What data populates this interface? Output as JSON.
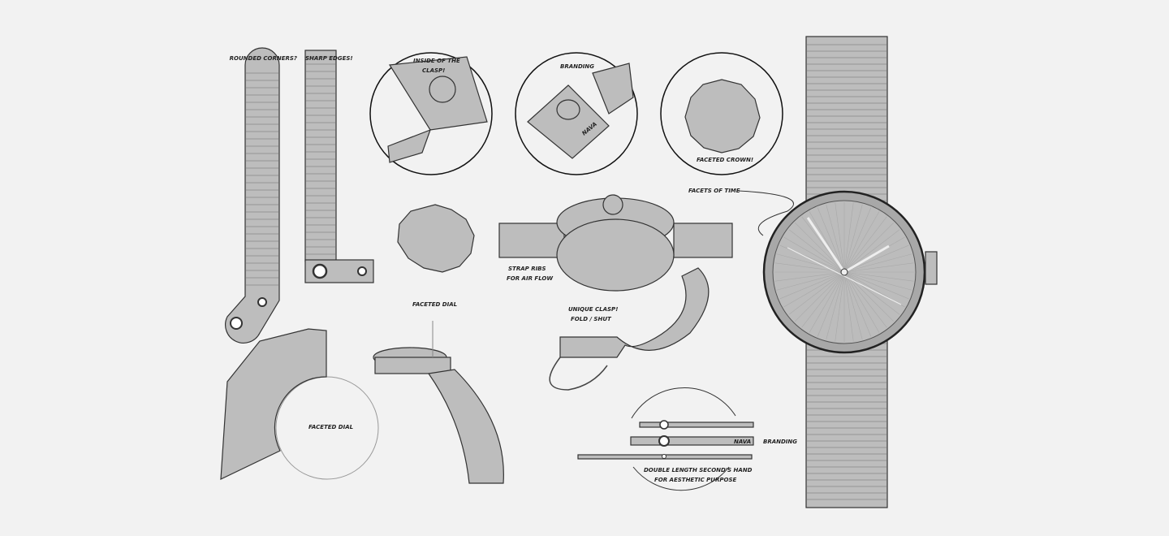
{
  "annotations": {
    "rounded_corners": "ROUNDED CORNERS?",
    "sharp_edges": "SHARP EDGES!",
    "inside_clasp_1": "INSIDE OF THE",
    "inside_clasp_2": "CLASP!",
    "branding_top": "BRANDING",
    "faceted_crown": "FACETED CROWN!",
    "facets_of_time": "FACETS OF TIME",
    "strap_ribs_1": "STRAP RIBS",
    "strap_ribs_2": "FOR AIR FLOW",
    "faceted_dial_side": "FACETED DIAL",
    "faceted_dial_fan": "FACETED DIAL",
    "unique_clasp_1": "UNIQUE CLASP!",
    "unique_clasp_2": "FOLD / SHUT",
    "branding_hands": "BRANDING",
    "second_hand_1": "DOUBLE LENGTH SECOND'S HAND",
    "second_hand_2": "FOR AESTHETIC PURPOSE"
  },
  "logo_text": "NAVA",
  "colors": {
    "background": "#f2f2f2",
    "metal": "#bdbdbd",
    "line": "#333333"
  }
}
